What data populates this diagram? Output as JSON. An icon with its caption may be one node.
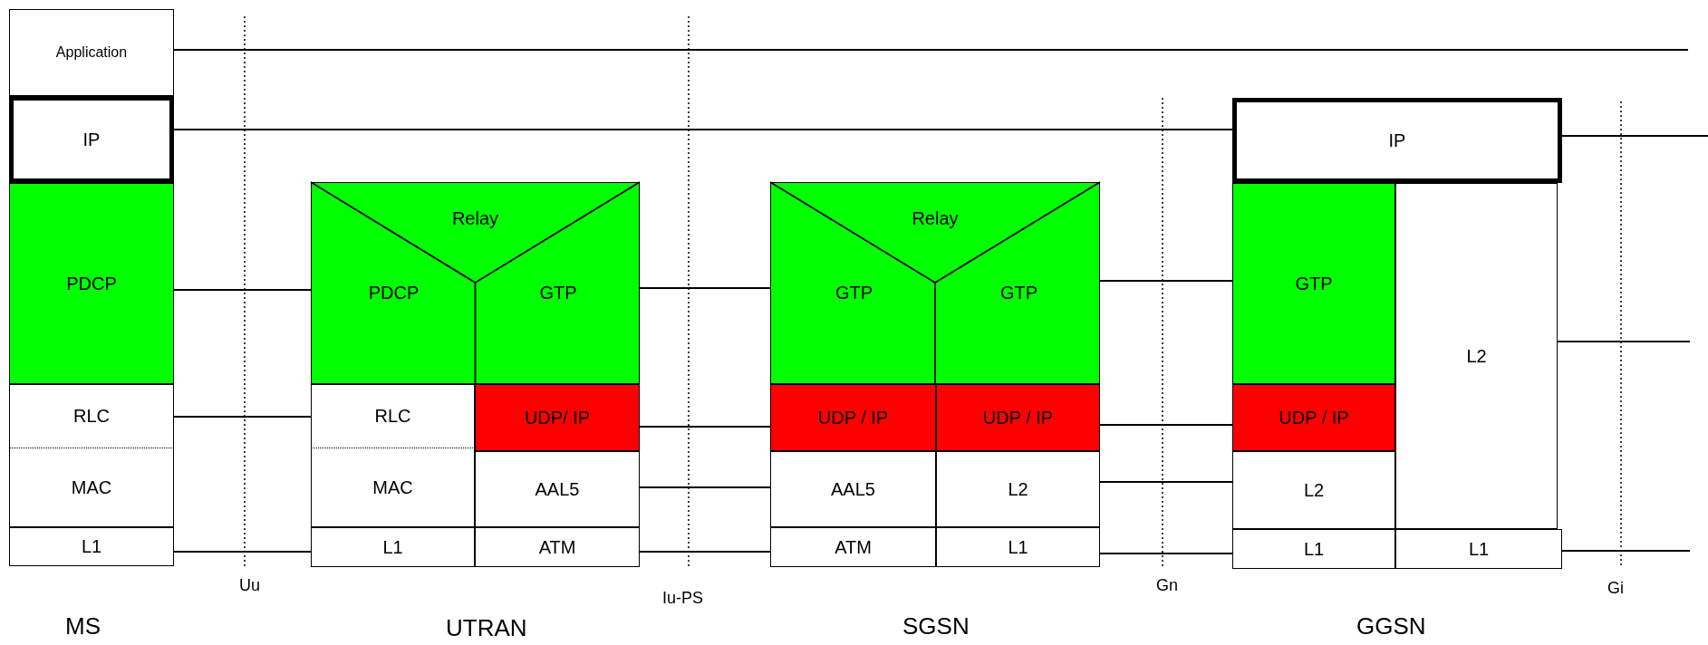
{
  "diagram": {
    "nodes": [
      {
        "text": [
          "Application"
        ]
      },
      {
        "text": [
          "IP"
        ]
      },
      {
        "text": [
          "PDCP"
        ]
      },
      {
        "text": [
          "RLC"
        ]
      },
      {
        "text": [
          "MAC"
        ]
      },
      {
        "text": [
          "L1"
        ]
      },
      {
        "text": [
          "Relay"
        ]
      },
      {
        "text": [
          "PDCP"
        ],
        "in": 6
      },
      {
        "text": [
          "GTP"
        ],
        "in": 6
      },
      {
        "text": [
          "RLC"
        ]
      },
      {
        "text": [
          "MAC"
        ]
      },
      {
        "text": [
          "UDP/ IP"
        ]
      },
      {
        "text": [
          "AAL5"
        ]
      },
      {
        "text": [
          "L1"
        ]
      },
      {
        "text": [
          "ATM"
        ]
      },
      {
        "text": [
          "Relay"
        ]
      },
      {
        "text": [
          "GTP"
        ],
        "in": 15
      },
      {
        "text": [
          "GTP"
        ],
        "in": 15
      },
      {
        "text": [
          "UDP / IP"
        ]
      },
      {
        "text": [
          "UDP / IP"
        ]
      },
      {
        "text": [
          "AAL5"
        ]
      },
      {
        "text": [
          "L2"
        ]
      },
      {
        "text": [
          "ATM"
        ]
      },
      {
        "text": [
          "L1"
        ]
      },
      {
        "text": [
          "IP"
        ]
      },
      {
        "text": [
          "GTP"
        ]
      },
      {
        "text": [
          "L2"
        ]
      },
      {
        "text": [
          "UDP / IP"
        ]
      },
      {
        "text": [
          "L2"
        ]
      },
      {
        "text": [
          "L1"
        ]
      },
      {
        "text": [
          "L1"
        ]
      }
    ],
    "edges": [
      {
        "from": 0,
        "to": null,
        "arrow": "none"
      },
      {
        "from": 1,
        "to": 24,
        "arrow": "none"
      },
      {
        "from": 24,
        "to": null,
        "arrow": "none"
      },
      {
        "from": 2,
        "to": 7,
        "arrow": "none"
      },
      {
        "from": 3,
        "to": 9,
        "arrow": "none"
      },
      {
        "from": 5,
        "to": 13,
        "arrow": "none"
      },
      {
        "from": 8,
        "to": 16,
        "arrow": "none"
      },
      {
        "from": 11,
        "to": 18,
        "arrow": "none"
      },
      {
        "from": 12,
        "to": 20,
        "arrow": "none"
      },
      {
        "from": 14,
        "to": 22,
        "arrow": "none"
      },
      {
        "from": 17,
        "to": 25,
        "arrow": "none"
      },
      {
        "from": 19,
        "to": 27,
        "arrow": "none"
      },
      {
        "from": 21,
        "to": 28,
        "arrow": "none"
      },
      {
        "from": 23,
        "to": 29,
        "arrow": "none"
      },
      {
        "from": 26,
        "to": null,
        "arrow": "none"
      },
      {
        "from": 30,
        "to": null,
        "arrow": "none"
      }
    ],
    "labels": [
      "Uu",
      "Iu-PS",
      "Gn",
      "Gi",
      "MS",
      "UTRAN",
      "SGSN",
      "GGSN"
    ]
  }
}
